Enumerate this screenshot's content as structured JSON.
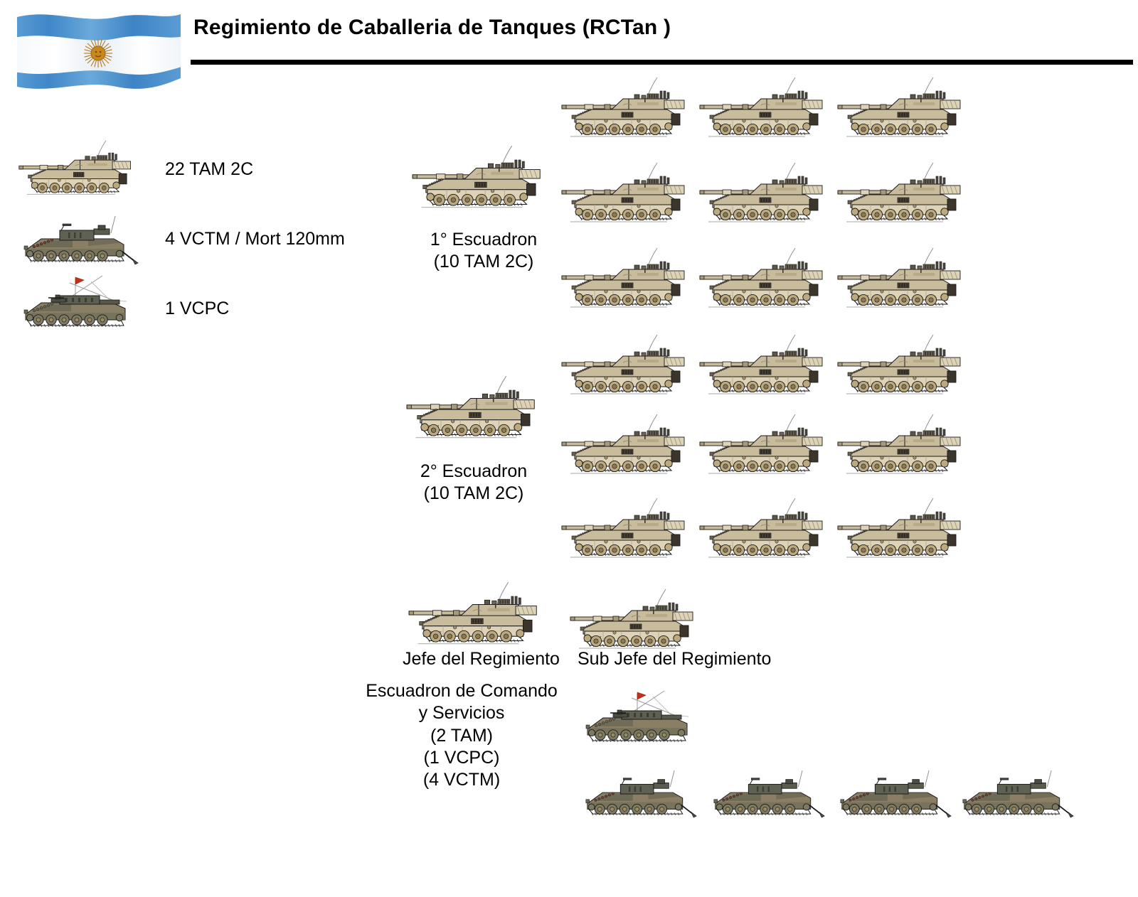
{
  "header": {
    "title": "Regimiento de Caballeria de Tanques (RCTan )",
    "flag_name": "argentina-flag"
  },
  "legend": {
    "items": [
      {
        "count": "22",
        "label": "22  TAM 2C",
        "vehicle": "tam2c"
      },
      {
        "count": "4",
        "label": "4 VCTM / Mort 120mm",
        "vehicle": "vctm"
      },
      {
        "count": "1",
        "label": "1 VCPC",
        "vehicle": "vcpc"
      }
    ]
  },
  "units": {
    "escuadron1": {
      "name_line1": "1° Escuadron",
      "name_line2": "(10 TAM 2C)",
      "leader_vehicle": "tam2c",
      "tank_count": 9,
      "rows": 3,
      "cols": 3
    },
    "escuadron2": {
      "name_line1": "2° Escuadron",
      "name_line2": "(10 TAM 2C)",
      "leader_vehicle": "tam2c",
      "tank_count": 9,
      "rows": 3,
      "cols": 3
    },
    "command": {
      "jefe_label": "Jefe del Regimiento",
      "subjefe_label": "Sub Jefe del Regimiento",
      "escuadron_line1": "Escuadron de Comando",
      "escuadron_line2": "y Servicios",
      "escuadron_line3": "(2 TAM)",
      "escuadron_line4": "(1 VCPC)",
      "escuadron_line5": "(4 VCTM)",
      "vcpc_count": 1,
      "vctm_count": 4
    }
  },
  "colors": {
    "tan_body": "#c9bc9c",
    "tan_light": "#ded3b7",
    "tan_dark": "#a89a78",
    "olive_body": "#8a7f65",
    "olive_dark": "#56594a",
    "olive_mid": "#6f6a55",
    "outline": "#1a1a1a",
    "flag_blue": "#4b92ce",
    "flag_white": "#ffffff",
    "sun_gold": "#c8881e",
    "flag_pennant_red": "#c0301c",
    "rule_black": "#000000"
  }
}
